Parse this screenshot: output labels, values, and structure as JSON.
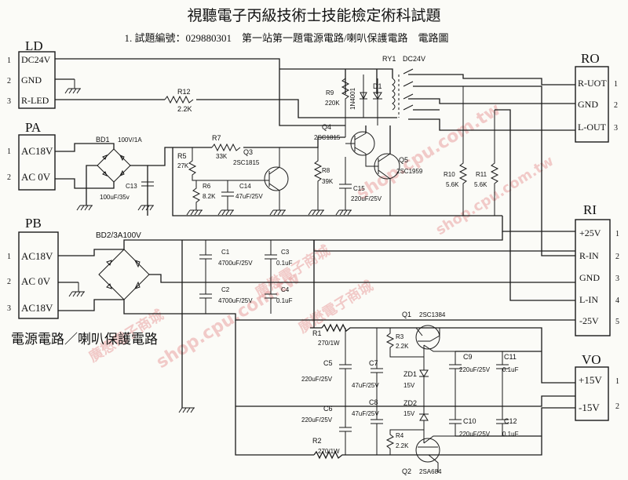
{
  "title": "視聽電子丙級技術士技能檢定術科試題",
  "subtitle": "1. 試題編號：029880301　第一站第一題電源電路/喇叭保護電路　電路圖",
  "caption": "電源電路／喇叭保護電路",
  "watermarks": [
    "shop.cpu.com.tw",
    "廣懋電子商城",
    "shop.cpu.com.tw",
    "廣懋電子商城",
    "shop.cpu.com.tw",
    "廣懋電子商城"
  ],
  "connectors": {
    "LD": {
      "title": "LD",
      "pins": [
        {
          "num": "1",
          "label": "DC24V"
        },
        {
          "num": "2",
          "label": "GND"
        },
        {
          "num": "3",
          "label": "R-LED"
        }
      ]
    },
    "PA": {
      "title": "PA",
      "pins": [
        {
          "num": "1",
          "label": "AC18V"
        },
        {
          "num": "2",
          "label": "AC 0V"
        }
      ]
    },
    "PB": {
      "title": "PB",
      "pins": [
        {
          "num": "1",
          "label": "AC18V"
        },
        {
          "num": "2",
          "label": "AC 0V"
        },
        {
          "num": "3",
          "label": "AC18V"
        }
      ]
    },
    "RO": {
      "title": "RO",
      "pins": [
        {
          "num": "1",
          "label": "R-UOT"
        },
        {
          "num": "2",
          "label": "GND"
        },
        {
          "num": "3",
          "label": "L-OUT"
        }
      ]
    },
    "RI": {
      "title": "RI",
      "pins": [
        {
          "num": "1",
          "label": "+25V"
        },
        {
          "num": "2",
          "label": "R-IN"
        },
        {
          "num": "3",
          "label": "GND"
        },
        {
          "num": "4",
          "label": "L-IN"
        },
        {
          "num": "5",
          "label": "-25V"
        }
      ]
    },
    "VO": {
      "title": "VO",
      "pins": [
        {
          "num": "1",
          "label": "+15V"
        },
        {
          "num": "2",
          "label": "-15V"
        }
      ]
    }
  },
  "components": {
    "BD1": {
      "ref": "BD1",
      "value": "100V/1A"
    },
    "BD2": {
      "ref": "BD2/3A100V"
    },
    "C13": {
      "ref": "C13",
      "value": "100uF/35v"
    },
    "R12": {
      "ref": "R12",
      "value": "2.2K"
    },
    "R7": {
      "ref": "R7",
      "value": "33K"
    },
    "R5": {
      "ref": "R5",
      "value": "27K"
    },
    "R6": {
      "ref": "R6",
      "value": "8.2K"
    },
    "C14": {
      "ref": "C14",
      "value": "47uF/25V"
    },
    "Q3": {
      "ref": "Q3",
      "value": "2SC1815"
    },
    "R9": {
      "ref": "R9",
      "value": "220K"
    },
    "D_1N4001": {
      "value": "1N4001"
    },
    "D1": {
      "ref": "D1"
    },
    "RY1": {
      "ref": "RY1",
      "value": "DC24V"
    },
    "Q4": {
      "ref": "Q4",
      "value": "2SC1815"
    },
    "R8": {
      "ref": "R8",
      "value": "39K"
    },
    "C15": {
      "ref": "C15",
      "value": "220uF/25V"
    },
    "Q5": {
      "ref": "Q5",
      "value": "2SC1959"
    },
    "R10": {
      "ref": "R10",
      "value": "5.6K"
    },
    "R11": {
      "ref": "R11",
      "value": "5.6K"
    },
    "C1": {
      "ref": "C1",
      "value": "4700uF/25V"
    },
    "C2": {
      "ref": "C2",
      "value": "4700uF/25V"
    },
    "C3": {
      "ref": "C3",
      "value": "0.1uF"
    },
    "C4": {
      "ref": "C4",
      "value": "0.1uF"
    },
    "R1": {
      "ref": "R1",
      "value": "270/1W"
    },
    "R2": {
      "ref": "R2",
      "value": "270/1W"
    },
    "C5": {
      "ref": "C5",
      "value": "220uF/25V"
    },
    "C6": {
      "ref": "C6",
      "value": "220uF/25V"
    },
    "C7": {
      "ref": "C7",
      "value": "47uF/25V"
    },
    "C8": {
      "ref": "C8",
      "value": "47uF/25V"
    },
    "R3": {
      "ref": "R3",
      "value": "2.2K"
    },
    "R4": {
      "ref": "R4",
      "value": "2.2K"
    },
    "ZD1": {
      "ref": "ZD1",
      "value": "15V"
    },
    "ZD2": {
      "ref": "ZD2",
      "value": "15V"
    },
    "Q1": {
      "ref": "Q1",
      "value": "2SC1384"
    },
    "Q2": {
      "ref": "Q2",
      "value": "2SA684"
    },
    "C9": {
      "ref": "C9",
      "value": "220uF/25V"
    },
    "C10": {
      "ref": "C10",
      "value": "220uF/25V"
    },
    "C11": {
      "ref": "C11",
      "value": "0.1uF"
    },
    "C12": {
      "ref": "C12",
      "value": "0.1uF"
    }
  }
}
